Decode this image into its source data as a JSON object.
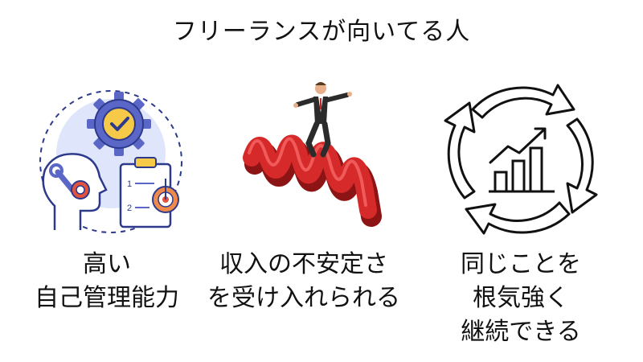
{
  "title": "フリーランスが向いてる人",
  "items": [
    {
      "icon": "self-management-icon",
      "lines": [
        "高い",
        "自己管理能力"
      ],
      "colors": {
        "blue": "#5b67c7",
        "light": "#dfe6fb",
        "orange": "#f08a4b",
        "red": "#e2533d",
        "yellow": "#f7c948"
      }
    },
    {
      "icon": "tightrope-walker-icon",
      "lines": [
        "収入の不安定さ",
        "を受け入れられる"
      ],
      "colors": {
        "red": "#d62a2a",
        "dark": "#8c1414"
      }
    },
    {
      "icon": "growth-cycle-icon",
      "lines": [
        "同じことを",
        "根気強く",
        "継続できる"
      ],
      "colors": {
        "line": "#111111"
      }
    }
  ]
}
